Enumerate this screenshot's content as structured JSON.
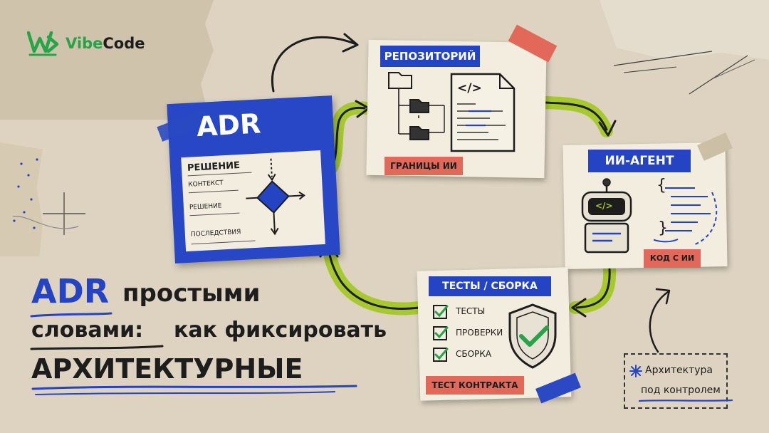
{
  "brand": {
    "name_part1": "Vibe",
    "name_part2": "Code",
    "color": "#26a447"
  },
  "colors": {
    "blue": "#2444c4",
    "red": "#e2695a",
    "green_arrow": "#a6c92e",
    "paper": "#f3ede0",
    "background": "#ddd3c0"
  },
  "adr_card": {
    "title": "ADR",
    "doc_heading": "РЕШЕНИЕ",
    "line1": "КОНТЕКСТ",
    "line2": "РЕШЕНИЕ",
    "line3": "ПОСЛЕДСТВИЯ"
  },
  "repo_card": {
    "title": "РЕПОЗИТОРИЙ",
    "code_tag": "</>",
    "tag": "ГРАНИЦЫ ИИ"
  },
  "agent_card": {
    "title": "ИИ-АГЕНТ",
    "screen_code": "</>",
    "brace_open": "{",
    "brace_close": "}",
    "tag": "КОД С ИИ"
  },
  "tests_card": {
    "title": "ТЕСТЫ / СБОРКА",
    "items": [
      "ТЕСТЫ",
      "ПРОВЕРКИ",
      "СБОРКА"
    ],
    "tag": "ТЕСТ КОНТРАКТА"
  },
  "headline": {
    "word1": "ADR",
    "word2": "простыми",
    "word3": "словами:",
    "word4": "как фиксировать",
    "word5": "архитектурные"
  },
  "note": {
    "line1": "Архитектура",
    "line2": "под контролем"
  }
}
